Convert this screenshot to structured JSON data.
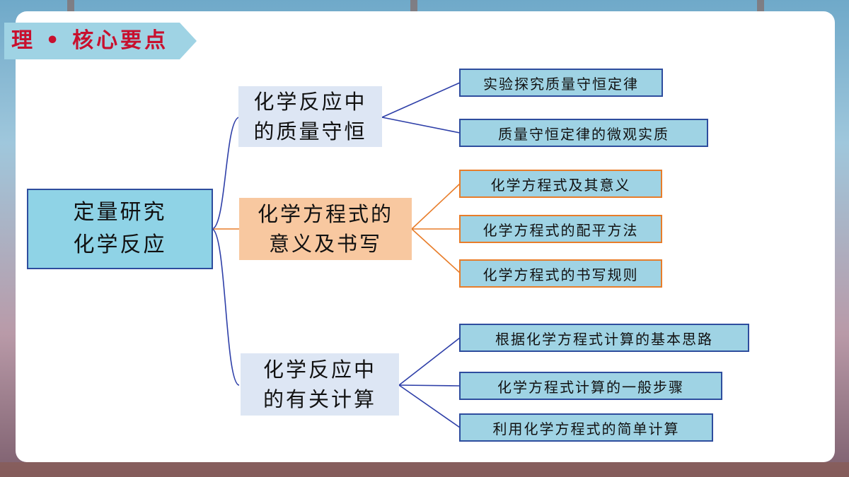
{
  "banner": {
    "title": "理 • 核心要点"
  },
  "diagram": {
    "root": "定量研究\n化学反应",
    "branches": [
      {
        "label": "化学反应中\n的质量守恒",
        "color": "#2e3fa8",
        "children": [
          "实验探究质量守恒定律",
          "质量守恒定律的微观实质"
        ]
      },
      {
        "label": "化学方程式的\n意义及书写",
        "color": "#e87d2a",
        "children": [
          "化学方程式及其意义",
          "化学方程式的配平方法",
          "化学方程式的书写规则"
        ]
      },
      {
        "label": "化学反应中\n的有关计算",
        "color": "#2e3fa8",
        "children": [
          "根据化学方程式计算的基本思路",
          "化学方程式计算的一般步骤",
          "利用化学方程式的简单计算"
        ]
      }
    ]
  }
}
